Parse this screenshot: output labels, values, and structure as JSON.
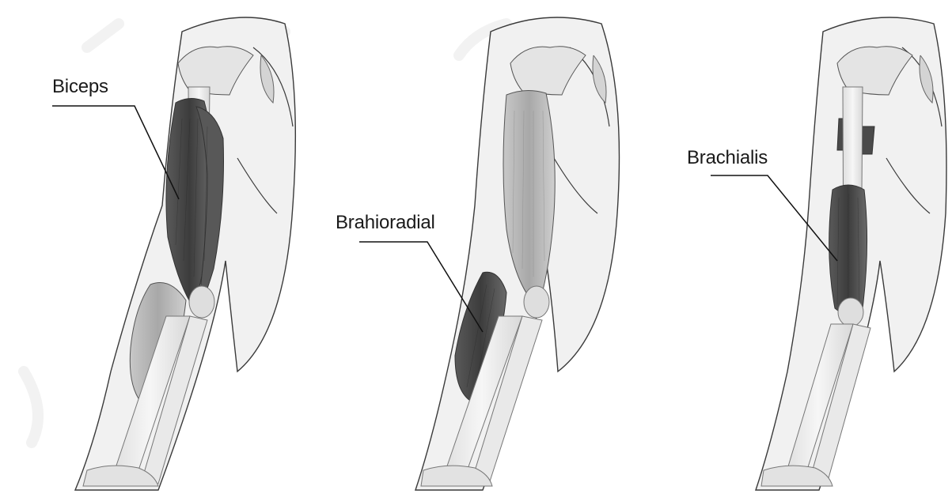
{
  "labels": {
    "biceps": "Biceps",
    "brachioradialis": "Brahioradial",
    "brachialis": "Brachialis"
  },
  "colors": {
    "skin_fill": "#f1f1f1",
    "outline": "#3a3a3a",
    "bone": "#ececec",
    "muscle_light": "#b8b8b8",
    "muscle_dark": "#4a4a4a",
    "watermark": "#e6e6e6"
  }
}
